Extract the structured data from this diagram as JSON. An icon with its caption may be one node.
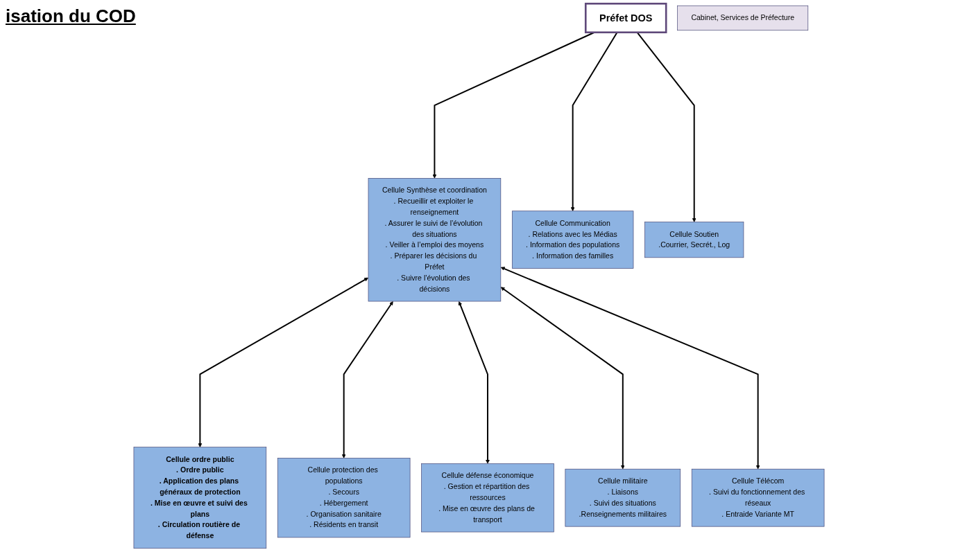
{
  "diagram": {
    "title": "isation du COD",
    "nodes": [
      {
        "text": [
          "Préfet DOS"
        ]
      },
      {
        "text": [
          "Cellule Synthèse et coordination",
          ". Recueillir et exploiter le renseignement",
          ". Assurer le suivi de l’évolution des situations",
          ". Veiller à l’emploi des moyens",
          ". Préparer les décisions du Préfet",
          ". Suivre l’évolution des décisions"
        ]
      },
      {
        "text": [
          "Cellule Communication",
          ". Relations avec les Médias",
          ". Information des populations",
          ". Information des familles"
        ]
      },
      {
        "text": [
          "Cellule Soutien",
          ".Courrier, Secrét., Log"
        ]
      },
      {
        "text": [
          "Cabinet, Services de Préfecture"
        ]
      },
      {
        "text": [
          "Cellule ordre public",
          ". Ordre public",
          ". Application des plans généraux de protection",
          ". Mise en œuvre et suivi des plans",
          ". Circulation routière de défense"
        ]
      },
      {
        "text": [
          "Cellule protection des populations",
          ". Secours",
          ". Hébergement",
          ". Organisation sanitaire",
          ". Résidents en transit"
        ]
      },
      {
        "text": [
          "Cellule défense économique",
          ". Gestion et répartition des ressources",
          ". Mise en œuvre des plans de transport"
        ]
      },
      {
        "text": [
          "Cellule militaire",
          ". Liaisons",
          ". Suivi des situations",
          ".Renseignements militaires"
        ]
      },
      {
        "text": [
          "Cellule Télécom",
          ". Suivi du fonctionnement des réseaux",
          ". Entraide Variante MT"
        ]
      }
    ],
    "edges": [
      {
        "from": 0,
        "to": 1,
        "arrow": "to"
      },
      {
        "from": 0,
        "to": 2,
        "arrow": "to"
      },
      {
        "from": 0,
        "to": 3,
        "arrow": "to"
      },
      {
        "from": 1,
        "to": 5,
        "arrow": "both"
      },
      {
        "from": 1,
        "to": 6,
        "arrow": "both"
      },
      {
        "from": 1,
        "to": 7,
        "arrow": "both"
      },
      {
        "from": 1,
        "to": 8,
        "arrow": "both"
      },
      {
        "from": 1,
        "to": 9,
        "arrow": "both"
      }
    ]
  }
}
